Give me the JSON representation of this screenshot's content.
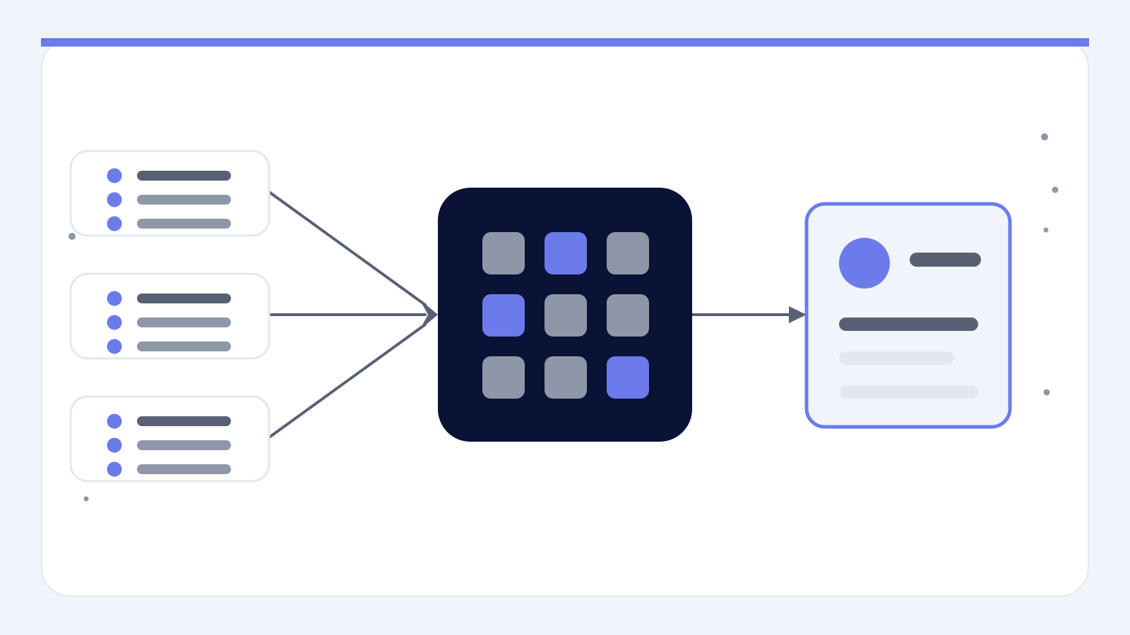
{
  "colors": {
    "background": "#f1f4fb",
    "card": "#ffffff",
    "card_border": "#e3e7ef",
    "accent": "#6c7bea",
    "dark_text_bar": "#586174",
    "light_text_bar": "#8d97a8",
    "placeholder_bar": "#e3e7ef",
    "connector": "#586174",
    "hub_background": "#0a1236",
    "tile_gray": "#8d97a8",
    "output_card_fill": "#f1f4fb"
  },
  "input_cards": [
    {
      "rows": [
        "dark",
        "light",
        "light"
      ]
    },
    {
      "rows": [
        "dark",
        "light",
        "light"
      ]
    },
    {
      "rows": [
        "dark",
        "light",
        "light"
      ]
    }
  ],
  "hub": {
    "icon": "grid-icon",
    "tiles": [
      "gray",
      "accent",
      "gray",
      "accent",
      "gray",
      "gray",
      "gray",
      "gray",
      "accent"
    ]
  },
  "output_card": {
    "icon": "profile-card-icon"
  },
  "decor_dots": 6
}
